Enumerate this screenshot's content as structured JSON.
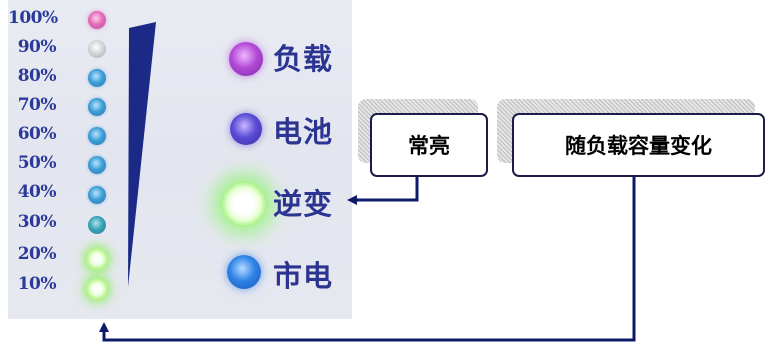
{
  "percent_scale": [
    "100%",
    "90%",
    "80%",
    "70%",
    "60%",
    "50%",
    "40%",
    "30%",
    "20%",
    "10%"
  ],
  "indicators": {
    "load": "负载",
    "battery": "电池",
    "inverter": "逆变",
    "mains": "市电"
  },
  "callouts": {
    "steady_on": "常亮",
    "varies_with_load": "随负载容量变化"
  },
  "colors": {
    "label_blue": "#2c3492",
    "callout_border": "#1c1c4a",
    "arrow": "#0d1a6a"
  }
}
